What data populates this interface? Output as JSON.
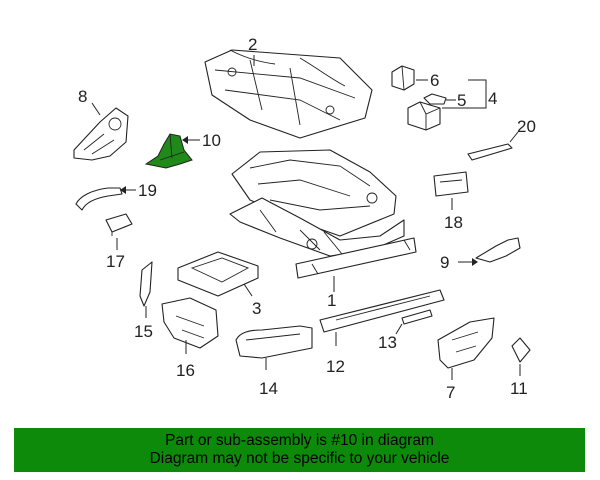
{
  "diagram": {
    "callouts": [
      "2",
      "6",
      "5",
      "4",
      "8",
      "10",
      "20",
      "19",
      "18",
      "9",
      "17",
      "1",
      "3",
      "15",
      "13",
      "16",
      "12",
      "7",
      "14",
      "11"
    ],
    "highlighted_part": "10",
    "highlight_color": "#1f8a1a"
  },
  "banner": {
    "line1": "Part or sub-assembly is #10 in diagram",
    "line2": "Diagram may not be specific to your vehicle",
    "background": "#0d8a0a"
  }
}
